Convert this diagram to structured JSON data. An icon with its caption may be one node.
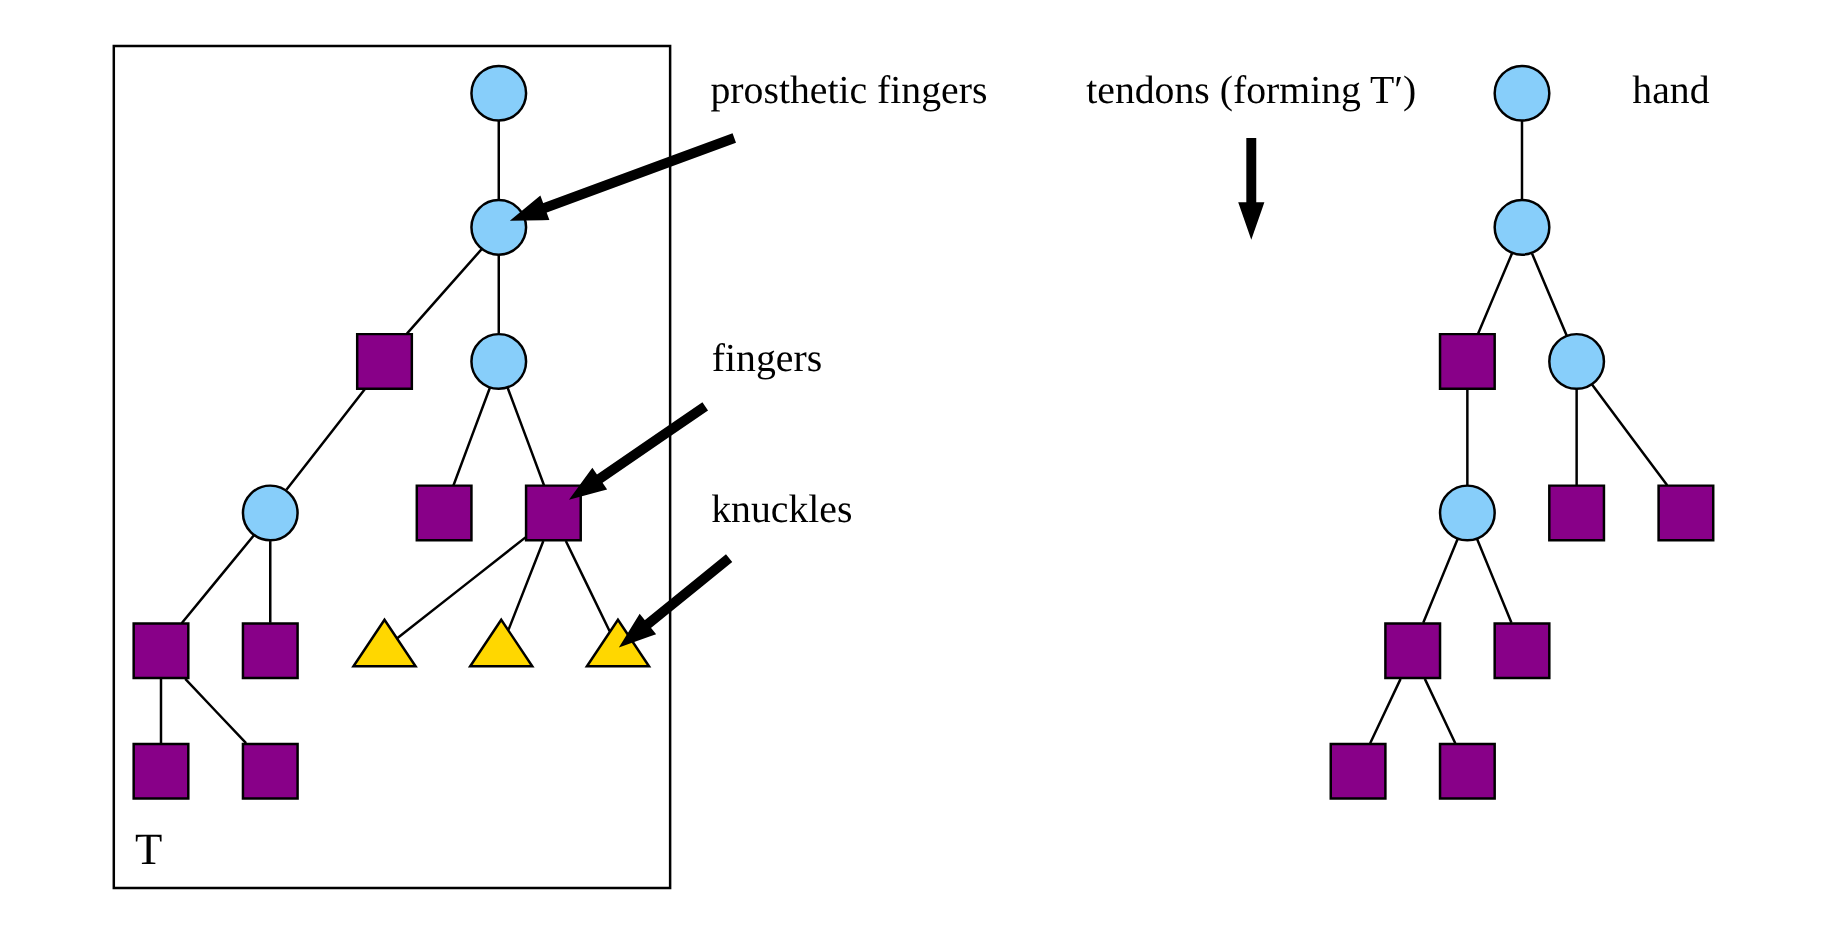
{
  "diagram": {
    "nodes": [
      {
        "text": [
          "T"
        ]
      },
      {
        "text": [],
        "shape": "circle",
        "in": 0
      },
      {
        "text": [
          "tendons (forming T′)"
        ]
      },
      {
        "text": [
          "prosthetic fingers"
        ]
      },
      {
        "text": [],
        "shape": "circle"
      },
      {
        "text": [],
        "shape": "circle",
        "in": 0
      },
      {
        "text": [],
        "shape": "circle"
      },
      {
        "text": [],
        "shape": "box",
        "in": 0
      },
      {
        "text": [],
        "shape": "box"
      },
      {
        "text": [],
        "shape": "circle"
      },
      {
        "text": [],
        "shape": "circle",
        "in": 0
      },
      {
        "text": [],
        "shape": "circle",
        "in": 0
      },
      {
        "text": [],
        "shape": "box"
      },
      {
        "text": [],
        "shape": "box"
      },
      {
        "text": [],
        "shape": "circle"
      },
      {
        "text": [
          "fingers"
        ]
      },
      {
        "text": [],
        "shape": "box",
        "in": 0
      },
      {
        "text": [],
        "shape": "box",
        "in": 0
      },
      {
        "text": [],
        "shape": "box"
      },
      {
        "text": [],
        "shape": "box"
      },
      {
        "text": [],
        "shape": "box",
        "in": 0
      },
      {
        "text": [],
        "shape": "box",
        "in": 0
      },
      {
        "text": [
          "knuckles"
        ]
      },
      {
        "text": [],
        "shape": "box",
        "in": 0
      },
      {
        "text": [],
        "shape": "box"
      },
      {
        "text": [],
        "shape": "box"
      },
      {
        "text": [],
        "shape": "triangle",
        "in": 0
      },
      {
        "text": [],
        "shape": "triangle",
        "in": 0
      },
      {
        "text": [],
        "shape": "triangle",
        "in": 0
      },
      {
        "text": [],
        "shape": "box",
        "in": 0
      }
    ],
    "edges": [
      {
        "from": 1,
        "to": 5,
        "arrow": "none"
      },
      {
        "from": 5,
        "to": 7,
        "arrow": "none"
      },
      {
        "from": 5,
        "to": 10,
        "arrow": "none"
      },
      {
        "from": 7,
        "to": 11,
        "arrow": "none"
      },
      {
        "from": 11,
        "to": 17,
        "arrow": "none"
      },
      {
        "from": 11,
        "to": 20,
        "arrow": "none"
      },
      {
        "from": 17,
        "to": 29,
        "arrow": "none"
      },
      {
        "from": 17,
        "to": 23,
        "arrow": "none"
      },
      {
        "from": 10,
        "to": 16,
        "arrow": "none"
      },
      {
        "from": 10,
        "to": 21,
        "arrow": "none"
      },
      {
        "from": 21,
        "to": 26,
        "arrow": "none"
      },
      {
        "from": 21,
        "to": 27,
        "arrow": "none"
      },
      {
        "from": 21,
        "to": 28,
        "arrow": "none"
      },
      {
        "from": 2,
        "to": null,
        "arrow": "to",
        "style": "thick"
      },
      {
        "from": 3,
        "to": 5,
        "arrow": "to",
        "style": "thick"
      },
      {
        "from": 15,
        "to": 21,
        "arrow": "to",
        "style": "thick"
      },
      {
        "from": 22,
        "to": 28,
        "arrow": "to",
        "style": "thick"
      },
      {
        "from": 4,
        "to": 6,
        "arrow": "none"
      },
      {
        "from": 6,
        "to": 8,
        "arrow": "none"
      },
      {
        "from": 6,
        "to": 9,
        "arrow": "none"
      },
      {
        "from": 8,
        "to": 14,
        "arrow": "none"
      },
      {
        "from": 9,
        "to": 12,
        "arrow": "none"
      },
      {
        "from": 9,
        "to": 13,
        "arrow": "none"
      },
      {
        "from": 14,
        "to": 18,
        "arrow": "none"
      },
      {
        "from": 14,
        "to": 19,
        "arrow": "none"
      },
      {
        "from": 18,
        "to": 24,
        "arrow": "none"
      },
      {
        "from": 18,
        "to": 25,
        "arrow": "none"
      }
    ],
    "labels": [
      "hand"
    ]
  }
}
